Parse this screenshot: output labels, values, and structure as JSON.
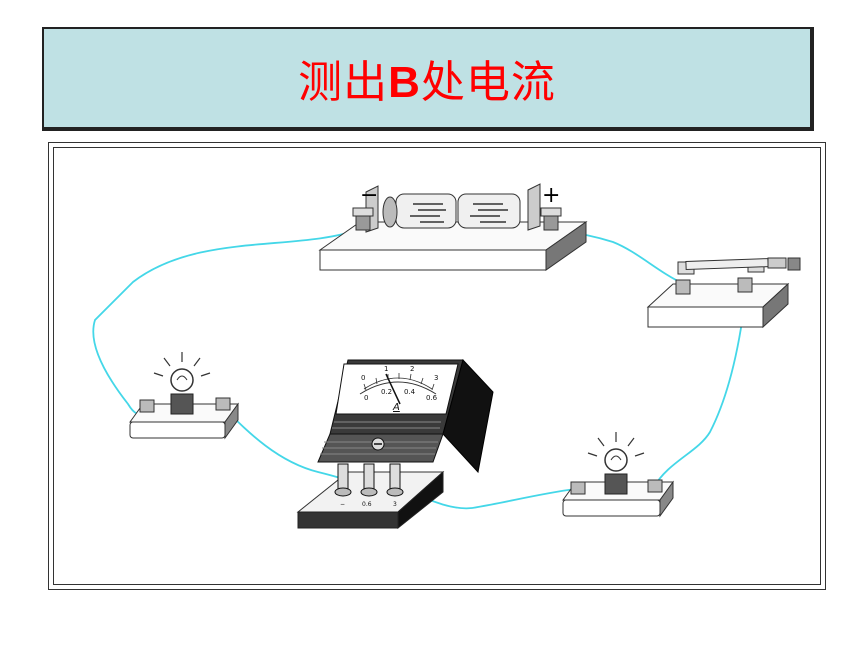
{
  "title": {
    "prefix": "测出",
    "bold_letter": "B",
    "suffix": "处电流",
    "color": "#ff0000",
    "background": "#bfe1e4"
  },
  "battery": {
    "negative_sign": "−",
    "positive_sign": "+"
  },
  "ammeter": {
    "unit_label": "A",
    "scale_top": [
      "0",
      "1",
      "2",
      "3"
    ],
    "scale_bottom": [
      "0",
      "0.2",
      "0.4",
      "0.6"
    ],
    "terminal_labels": [
      "−",
      "0.6",
      "3"
    ]
  },
  "wire_color": "#44d7e8"
}
